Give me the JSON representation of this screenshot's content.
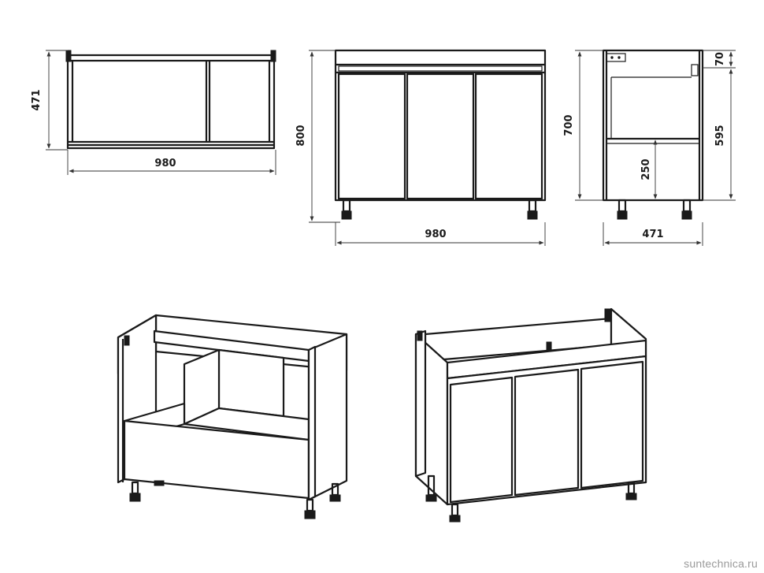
{
  "dimensions": {
    "top_view": {
      "depth": "471",
      "width": "980"
    },
    "front_view": {
      "height": "800",
      "width": "980"
    },
    "side_view": {
      "height": "700",
      "top": "70",
      "inner": "595",
      "shelf": "250",
      "depth": "471"
    }
  },
  "watermark": "suntechnica.ru"
}
